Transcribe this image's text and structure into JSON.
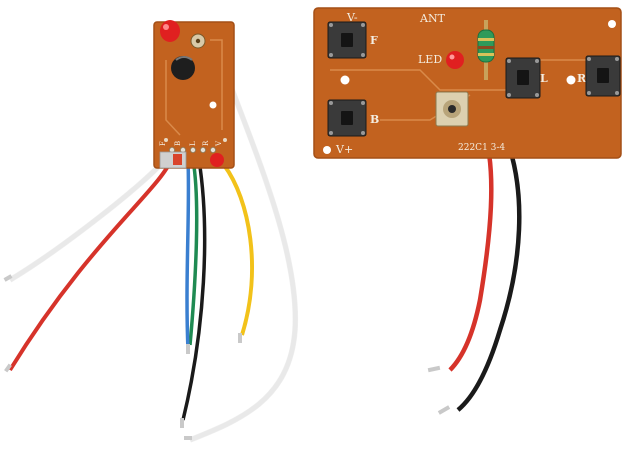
{
  "receiver_board": {
    "pin_labels": [
      "F",
      "B",
      "L",
      "R",
      "V"
    ],
    "switch_colors": [
      "#d0d0d0",
      "#d9442c"
    ],
    "wire_colors": {
      "red": "#d6332a",
      "white": "#f7f7f7",
      "green": "#1f8a52",
      "blue": "#3a7fd0",
      "black": "#1a1a1a",
      "yellow": "#f2c21a"
    }
  },
  "transmitter_board": {
    "labels": {
      "v_minus": "V-",
      "ant": "ANT",
      "forward": "F",
      "led": "LED",
      "left": "L",
      "right": "R",
      "backward": "B",
      "v_plus": "V+",
      "part_number": "222C1 3-4"
    },
    "wire_colors": {
      "red": "#d6332a",
      "black": "#1a1a1a"
    }
  },
  "colors": {
    "pcb": "#c2621f",
    "pcb_edge": "#a44f16",
    "silkscreen": "#f4ede0",
    "button_body": "#2b2b2b",
    "led_red": "#e02020",
    "background": "#ffffff"
  }
}
